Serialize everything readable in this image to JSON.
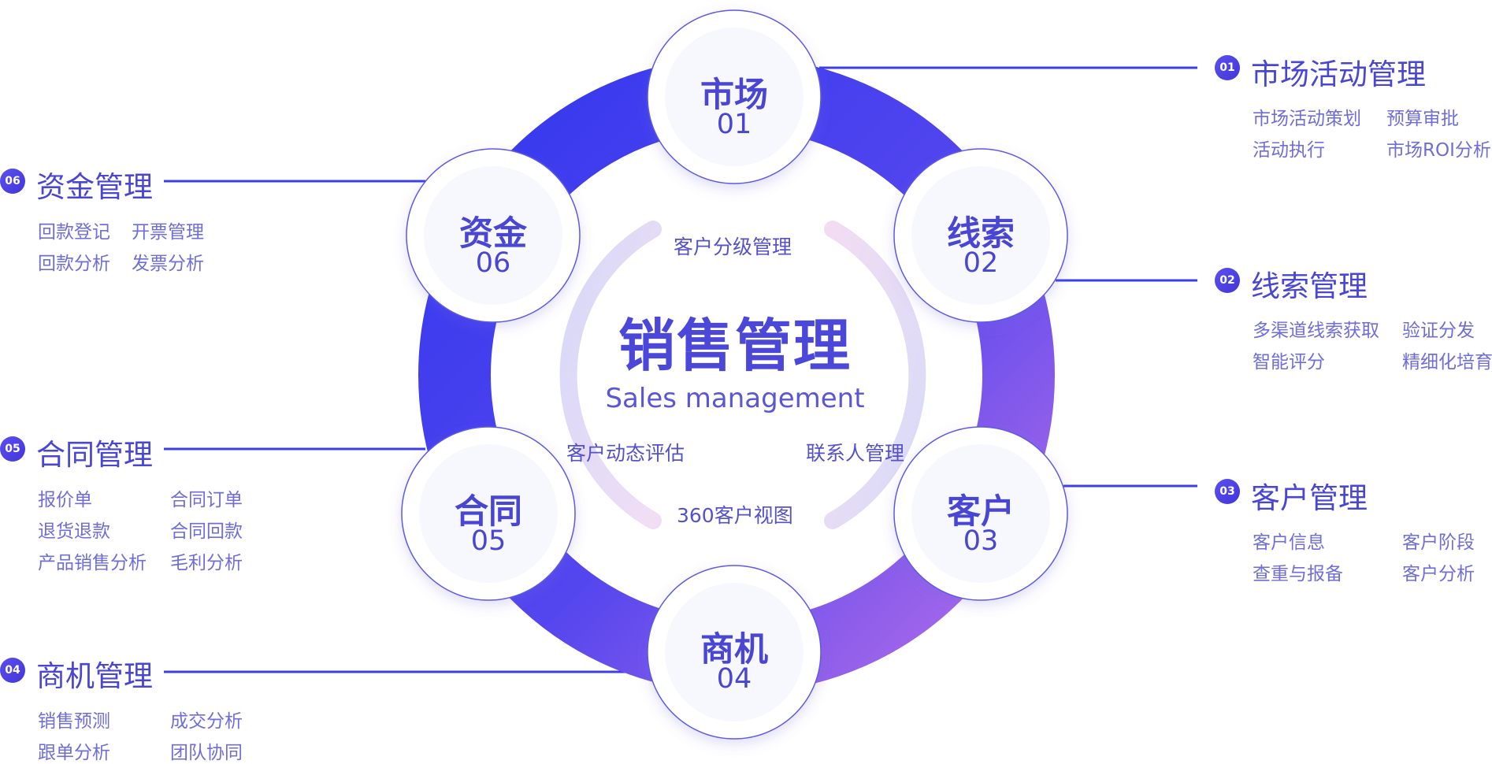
{
  "colors": {
    "primary": "#3b3ff0",
    "accent_purple": "#a061ee",
    "text": "#4a46d4",
    "subtext": "#6f6dd8"
  },
  "center": {
    "title": "销售管理",
    "subtitle": "Sales management",
    "labels": {
      "top": "客户分级管理",
      "left": "客户动态评估",
      "right": "联系人管理",
      "bottom": "360客户视图"
    }
  },
  "nodes": [
    {
      "title": "市场",
      "num": "01"
    },
    {
      "title": "线索",
      "num": "02"
    },
    {
      "title": "客户",
      "num": "03"
    },
    {
      "title": "商机",
      "num": "04"
    },
    {
      "title": "合同",
      "num": "05"
    },
    {
      "title": "资金",
      "num": "06"
    }
  ],
  "capabilities": [
    {
      "badge": "01",
      "title": "市场活动管理",
      "items": [
        "市场活动策划",
        "预算审批",
        "活动执行",
        "市场ROI分析"
      ]
    },
    {
      "badge": "02",
      "title": "线索管理",
      "items": [
        "多渠道线索获取",
        "验证分发",
        "智能评分",
        "精细化培育"
      ]
    },
    {
      "badge": "03",
      "title": "客户管理",
      "items": [
        "客户信息",
        "客户阶段",
        "查重与报备",
        "客户分析"
      ]
    },
    {
      "badge": "04",
      "title": "商机管理",
      "items": [
        "销售预测",
        "成交分析",
        "跟单分析",
        "团队协同"
      ]
    },
    {
      "badge": "05",
      "title": "合同管理",
      "items": [
        "报价单",
        "合同订单",
        "退货退款",
        "合同回款",
        "产品销售分析",
        "毛利分析"
      ]
    },
    {
      "badge": "06",
      "title": "资金管理",
      "items": [
        "回款登记",
        "开票管理",
        "回款分析",
        "发票分析"
      ]
    }
  ]
}
